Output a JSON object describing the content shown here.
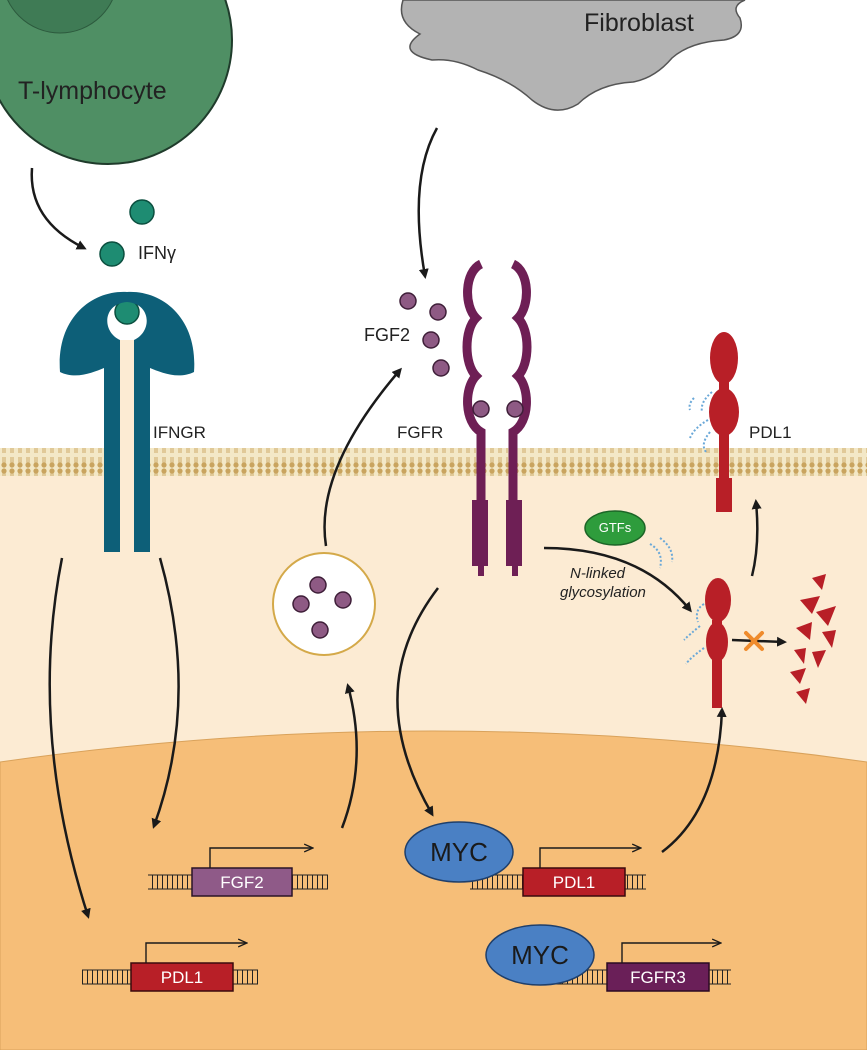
{
  "cells": {
    "t_lymphocyte": "T-lymphocyte",
    "fibroblast": "Fibroblast"
  },
  "ligands": {
    "ifng": "IFNγ",
    "fgf2": "FGF2"
  },
  "receptors": {
    "ifngr": "IFNGR",
    "fgfr": "FGFR",
    "pdl1_surface": "PDL1"
  },
  "glycosylation": {
    "gtfs": "GTFs",
    "process_line1": "N-linked",
    "process_line2": "glycosylation"
  },
  "transcription_factors": [
    "MYC",
    "MYC"
  ],
  "genes": [
    "FGF2",
    "PDL1",
    "PDL1",
    "FGFR3"
  ],
  "colors": {
    "ifngr": "#0d5f78",
    "ifng_ligand": "#1e8c72",
    "fgfr": "#6e1f55",
    "fgf2_ligand": "#8e5a84",
    "pdl1": "#b81f27",
    "gtfs": "#2e9c3c",
    "myc": "#4a80c4",
    "cytoplasm": "#fcebd3",
    "nucleus": "#f6be78",
    "t_cell": "#4f8f64",
    "fibroblast": "#b3b3b3",
    "fgf2_gene": "#8f5a88",
    "fgfr3_gene": "#6a1f58"
  }
}
